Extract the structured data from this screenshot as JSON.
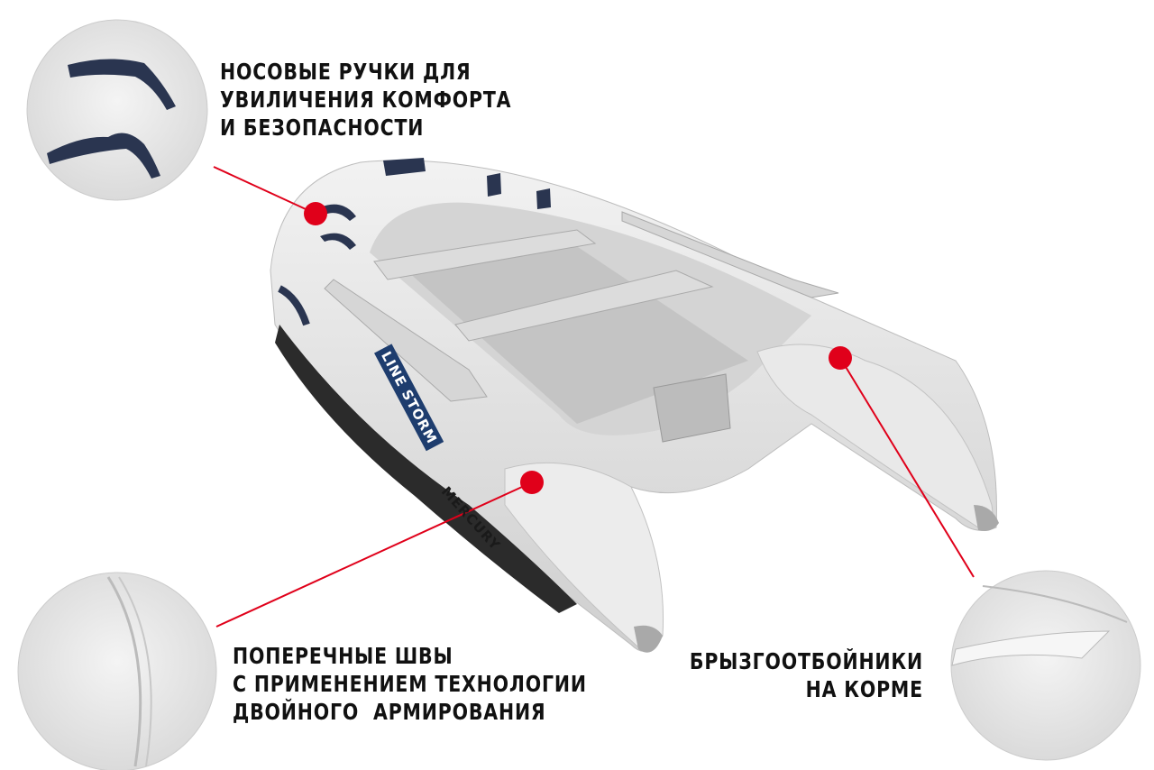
{
  "callouts": [
    {
      "lines": [
        "НОСОВЫЕ РУЧКИ ДЛЯ",
        "УВИЛИЧЕНИЯ КОМФОРТА",
        "И БЕЗОПАСНОСТИ"
      ]
    },
    {
      "lines": [
        "ПОПЕРЕЧНЫЕ ШВЫ",
        "С ПРИМЕНЕНИЕМ ТЕХНОЛОГИИ",
        "ДВОЙНОГО  АРМИРОВАНИЯ"
      ]
    },
    {
      "lines": [
        "БРЫЗГООТБОЙНИКИ",
        "НА КОРМЕ"
      ]
    }
  ],
  "boat_logos": [
    "LINE STORM",
    "MERCURY"
  ],
  "colors": {
    "marker": "#e0001a",
    "boat": "#e6e6e6",
    "handles": "#2a3550",
    "text": "#111111"
  }
}
